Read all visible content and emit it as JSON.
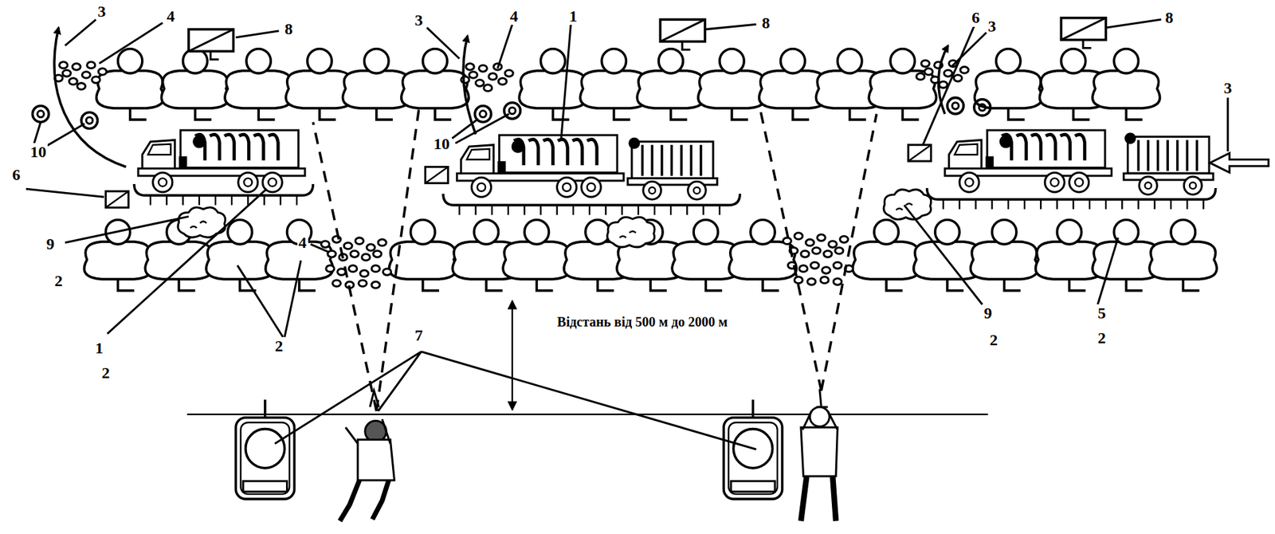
{
  "diagram": {
    "labels": [
      "3",
      "4",
      "8",
      "3",
      "4",
      "1",
      "8",
      "6",
      "3",
      "8",
      "3",
      "10",
      "10",
      "6",
      "9",
      "2",
      "4",
      "Відстань від 500 м до 2000 м",
      "7",
      "9",
      "5",
      "1",
      "2",
      "2",
      "2",
      "2"
    ]
  }
}
